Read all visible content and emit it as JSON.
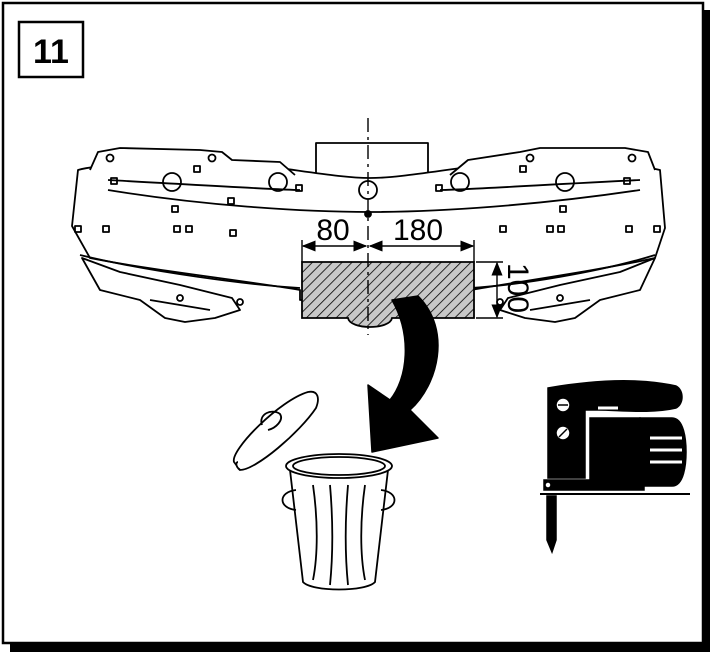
{
  "step": {
    "number": "11"
  },
  "dimensions": {
    "left_width": "80",
    "right_width": "180",
    "height": "100"
  },
  "colors": {
    "ink": "#000000",
    "paper": "#ffffff",
    "hatch_fill": "#bdbdbd"
  },
  "icons": [
    "bumper-beam",
    "trash-can-icon",
    "trash-lid-icon",
    "jigsaw-icon",
    "curved-arrow-icon"
  ]
}
